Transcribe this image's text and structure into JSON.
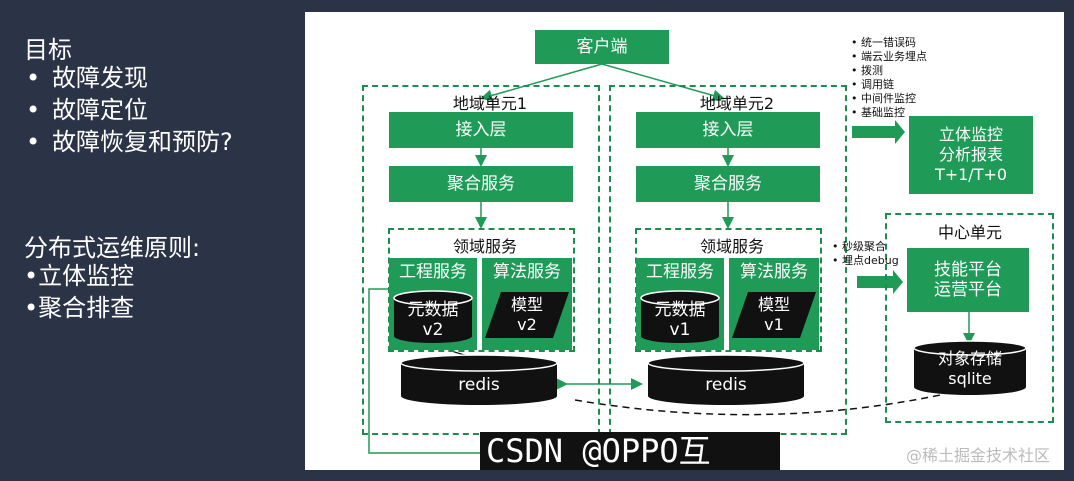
{
  "left": {
    "title": "目标",
    "goals": [
      "故障发现",
      "故障定位",
      "故障恢复和预防?"
    ],
    "principles_title": "分布式运维原则:",
    "principles": [
      "立体监控",
      "聚合排查"
    ]
  },
  "diagram": {
    "client": "客户端",
    "region1": {
      "label": "地域单元1",
      "access": "接入层",
      "aggregate": "聚合服务",
      "domain_label": "领域服务",
      "eng": "工程服务",
      "algo": "算法服务",
      "meta": "元数据\nv2",
      "model": "模型\nv2"
    },
    "region2": {
      "label": "地域单元2",
      "access": "接入层",
      "aggregate": "聚合服务",
      "domain_label": "领域服务",
      "eng": "工程服务",
      "algo": "算法服务",
      "meta": "元数据\nv1",
      "model": "模型\nv1"
    },
    "redis": "redis",
    "monitor_notes": [
      "统一错误码",
      "端云业务埋点",
      "拨测",
      "调用链",
      "中间件监控",
      "基础监控"
    ],
    "monitor_box": "立体监控\n分析报表\nT+1/T+0",
    "center": {
      "label": "中心单元",
      "platform": "技能平台\n运营平台",
      "storage": "对象存储\nsqlite"
    },
    "center_notes": [
      "秒级聚合",
      "埋点debug"
    ],
    "watermark": "@稀土掘金技术社区",
    "csdn": "CSDN @OPPO互"
  }
}
